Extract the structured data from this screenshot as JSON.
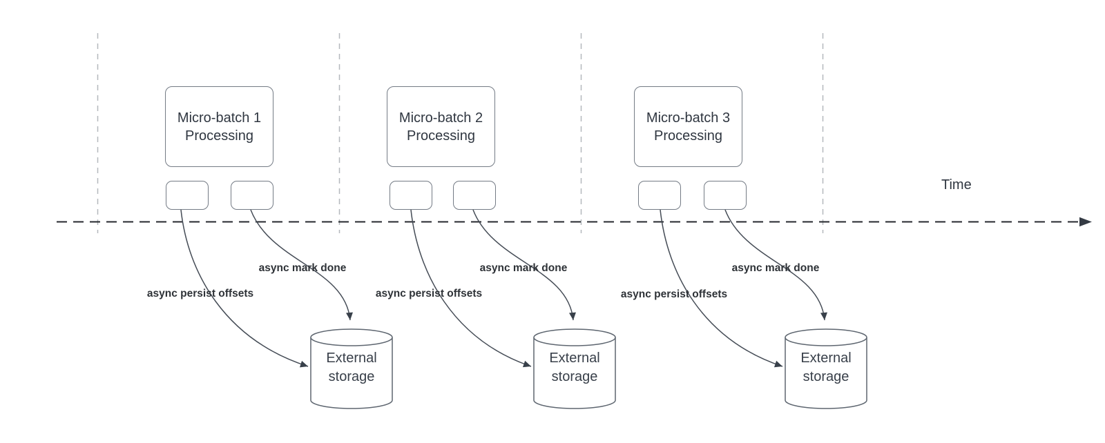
{
  "time_axis": {
    "label": "Time"
  },
  "units": [
    {
      "box_title_line1": "Micro-batch 1",
      "box_title_line2": "Processing",
      "persist_arrow_label": "async persist offsets",
      "mark_arrow_label": "async mark done",
      "storage_line1": "External",
      "storage_line2": "storage"
    },
    {
      "box_title_line1": "Micro-batch 2",
      "box_title_line2": "Processing",
      "persist_arrow_label": "async persist offsets",
      "mark_arrow_label": "async mark done",
      "storage_line1": "External",
      "storage_line2": "storage"
    },
    {
      "box_title_line1": "Micro-batch 3",
      "box_title_line2": "Processing",
      "persist_arrow_label": "async persist offsets",
      "mark_arrow_label": "async mark done",
      "storage_line1": "External",
      "storage_line2": "storage"
    }
  ],
  "colors": {
    "background": "#ffffff",
    "timeline_stroke": "#24272c",
    "gridline_stroke": "#b4b8bd",
    "shape_stroke": "#737a84",
    "cylinder_stroke": "#5d656f",
    "arrow_stroke": "#454c56",
    "arrowhead_fill": "#38404a",
    "text_color": "#2f3640"
  }
}
